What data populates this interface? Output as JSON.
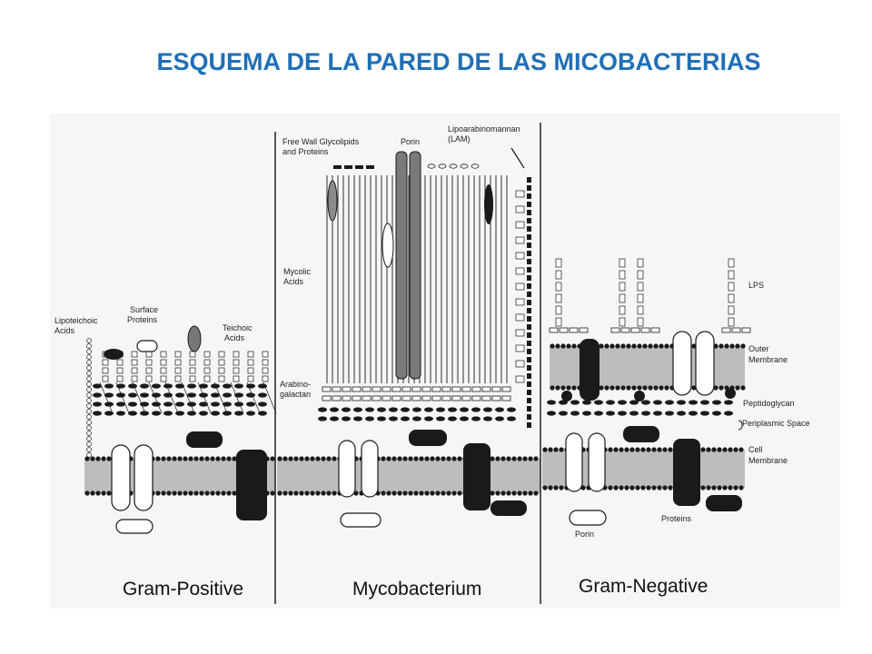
{
  "title": "ESQUEMA  DE LA PARED DE LAS MICOBACTERIAS",
  "panels": {
    "gram_positive": "Gram-Positive",
    "mycobacterium": "Mycobacterium",
    "gram_negative": "Gram-Negative"
  },
  "labels": {
    "lipoteichoic_1": "Lipoteichoic",
    "lipoteichoic_2": "Acids",
    "surface_1": "Surface",
    "surface_2": "Proteins",
    "teichoic_1": "Teichoic",
    "teichoic_2": "Acids",
    "free_wall_1": "Free Wall Glycolipids",
    "free_wall_2": "and Proteins",
    "porin_top": "Porin",
    "lam_1": "Lipoarabinomannan",
    "lam_2": "(LAM)",
    "mycolic_1": "Mycolic",
    "mycolic_2": "Acids",
    "arabino_1": "Arabino-",
    "arabino_2": "galactan",
    "lps": "LPS",
    "outer_1": "Outer",
    "outer_2": "Membrane",
    "peptidoglycan": "Peptidoglycan",
    "periplasmic": "Periplasmic Space",
    "cell_1": "Cell",
    "cell_2": "Membrane",
    "proteins": "Proteins",
    "porin_bottom": "Porin"
  },
  "colors": {
    "title": "#1f6fb8",
    "ink": "#1a1a1a",
    "membrane": "#bdbdbd",
    "background": "#f6f6f6"
  }
}
